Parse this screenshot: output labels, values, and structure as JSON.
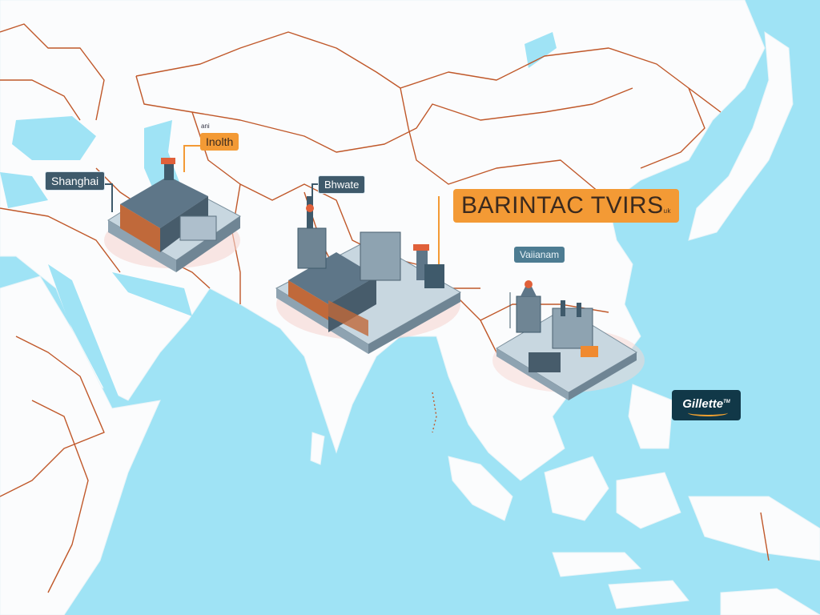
{
  "map": {
    "colors": {
      "ocean": "#9fe3f5",
      "land": "#fbfcfd",
      "border": "#c0582a",
      "accent": "#f39a35",
      "label_dark": "#3f5a6b"
    },
    "labels": {
      "shanghai": "Shanghai",
      "inolth": "Inolth",
      "inolth_small": "ani",
      "bhwate": "Bhwate",
      "barintac": "BARINTAC TVIRS",
      "barintac_small": "uk",
      "vaiianam": "Vaiianam"
    },
    "brand": {
      "name": "Gillette",
      "mark": "TM"
    }
  }
}
